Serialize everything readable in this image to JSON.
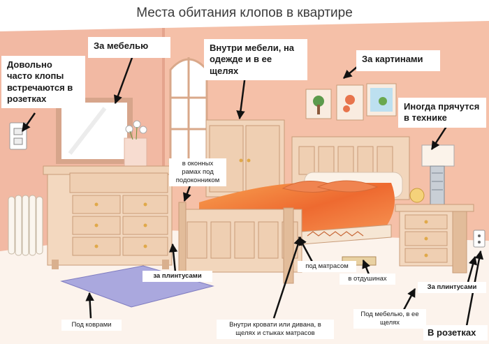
{
  "title": "Места обитания клопов в квартире",
  "labels": {
    "sockets_often": "Довольно часто клопы встречаются в розетках",
    "behind_furniture": "За мебелью",
    "inside_furniture": "Внутри мебели, на одежде и в ее щелях",
    "behind_pictures": "За картинами",
    "in_appliances": "Иногда прячутся в технике",
    "window_frames": "в оконных рамах под подоконником",
    "baseboards_left": "за плинтусами",
    "under_mattress": "под матрасом",
    "vents": "в отдушинах",
    "baseboards_right": "За плинтусами",
    "under_furniture": "Под мебелью, в ее щелях",
    "in_sockets": "В розетках",
    "under_carpets": "Под коврами",
    "inside_bed": "Внутри кровати или дивана, в щелях и стыках матрасов"
  },
  "colors": {
    "wall": "#f3b8a2",
    "wall_shadow": "#e39a85",
    "floor": "#fbf1ea",
    "wood": "#f2d3b8",
    "wood_dark": "#d9a882",
    "blanket": "#f07a38",
    "rug": "#a7a6da",
    "arrow": "#111111"
  }
}
